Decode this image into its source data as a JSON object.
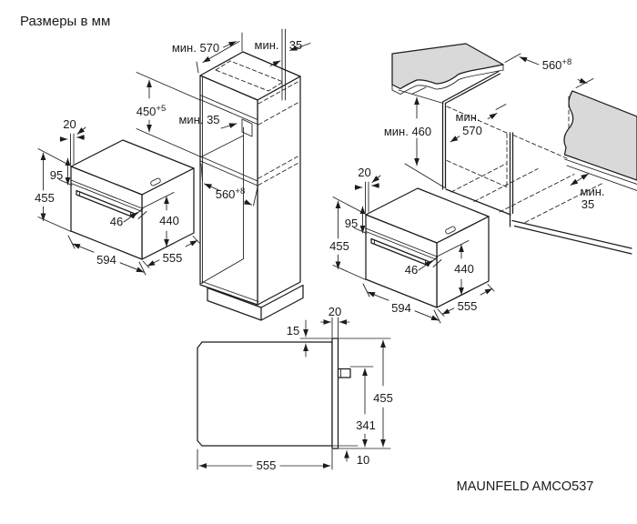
{
  "title": "Размеры в мм",
  "model": "MAUNFELD AMCO537",
  "colors": {
    "line": "#1c1c1c",
    "panel_gray": "#d9d9d9",
    "background": "#ffffff"
  },
  "oven": {
    "door_thickness": "20",
    "panel_height": "95",
    "total_height": "455",
    "handle_clearance": "46",
    "door_height": "440",
    "width": "594",
    "depth": "555"
  },
  "tall_cabinet": {
    "depth_label": "мин. 570",
    "rear_gap_min": "мин.",
    "rear_gap_value": "35",
    "niche_height": "450",
    "niche_height_tolerance": "+5",
    "vent_gap_label": "мин. 35",
    "niche_depth": "560",
    "niche_depth_tolerance": "+8"
  },
  "base_cabinet": {
    "worktop_depth": "560",
    "worktop_depth_tolerance": "+8",
    "niche_height_label": "мин. 460",
    "side_depth_min": "мин.",
    "side_depth_value": "570",
    "rear_gap_min": "мин.",
    "rear_gap_value": "35"
  },
  "side_view": {
    "door_thickness": "20",
    "top_clearance": "15",
    "height": "455",
    "handle_to_bottom": "341",
    "bottom_clearance": "10",
    "depth": "555"
  }
}
